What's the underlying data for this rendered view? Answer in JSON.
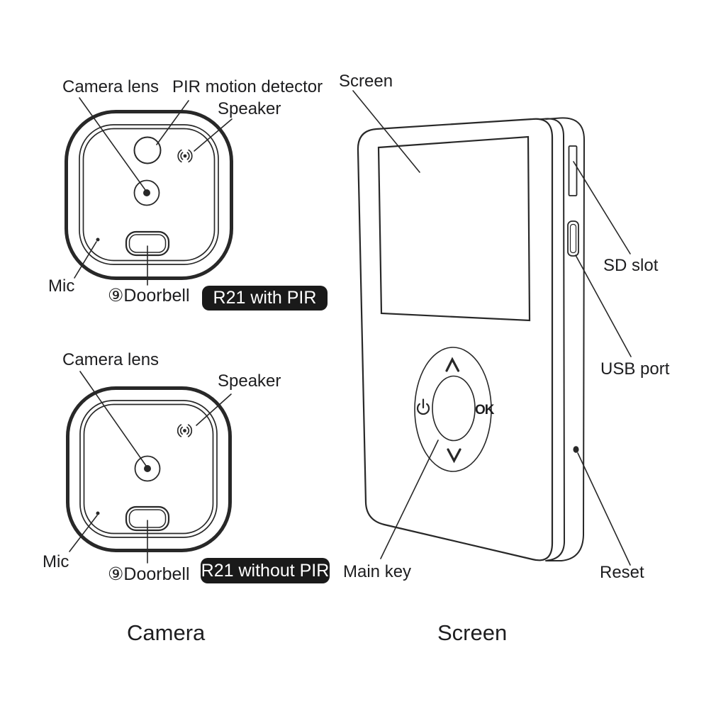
{
  "camera_with_pir": {
    "camera_lens_label": "Camera lens",
    "pir_label": "PIR motion detector",
    "speaker_label": "Speaker",
    "mic_label": "Mic",
    "doorbell_label": "⑨Doorbell",
    "badge": "R21 with PIR"
  },
  "camera_without_pir": {
    "camera_lens_label": "Camera lens",
    "speaker_label": "Speaker",
    "mic_label": "Mic",
    "doorbell_label": "⑨Doorbell",
    "badge": "R21 without PIR"
  },
  "screen_unit": {
    "screen_label": "Screen",
    "sd_slot_label": "SD slot",
    "usb_port_label": "USB port",
    "main_key_label": "Main key",
    "reset_label": "Reset",
    "ok_key_label": "OK"
  },
  "captions": {
    "camera": "Camera",
    "screen": "Screen"
  },
  "colors": {
    "line": "#282828",
    "badge_background": "#1a1a1a",
    "badge_text": "#ffffff",
    "page_background": "#ffffff"
  }
}
